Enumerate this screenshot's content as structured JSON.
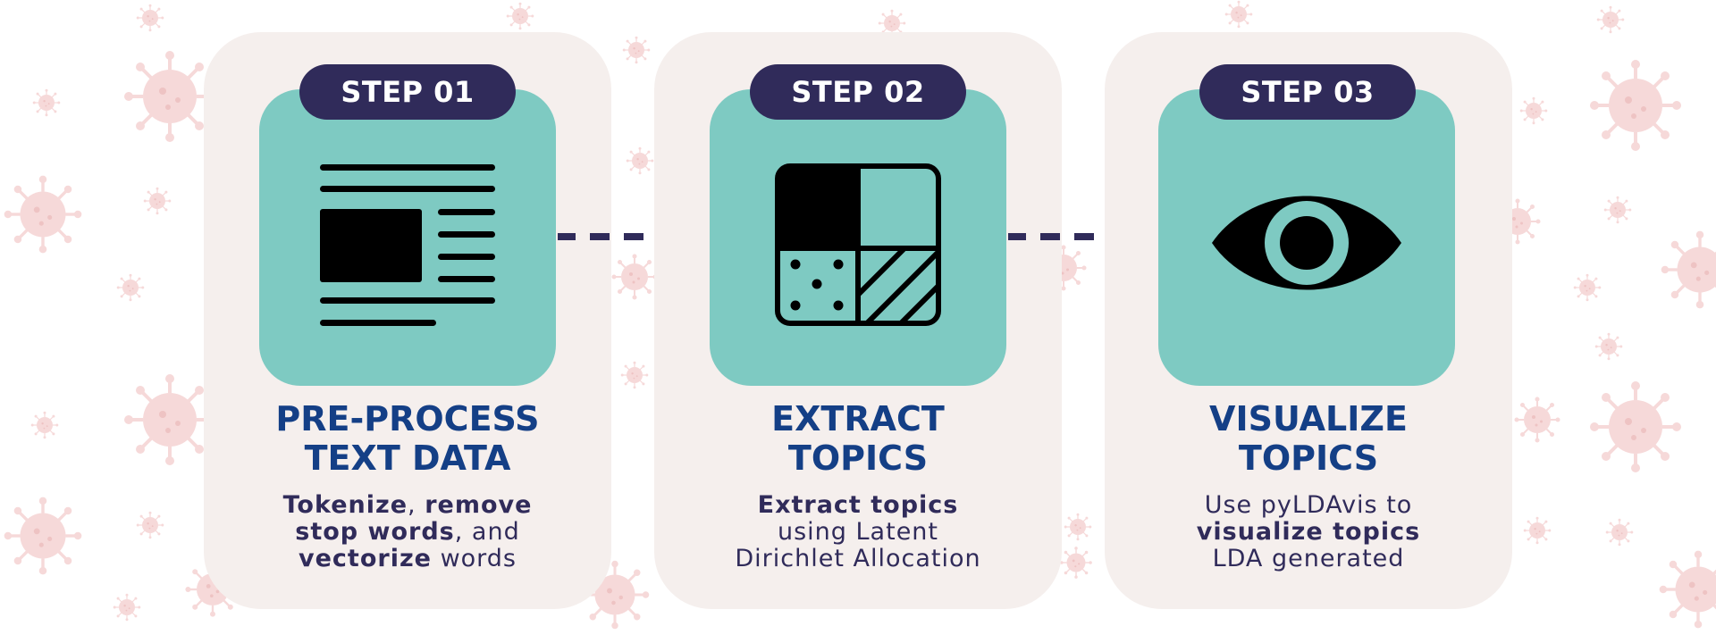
{
  "colors": {
    "card": "#f5efed",
    "tile": "#7ecac2",
    "pill": "#302b5a",
    "heading": "#143f86",
    "text": "#302b5a",
    "icon": "#000000",
    "virus": "#f6d9d9"
  },
  "steps": [
    {
      "step_label": "STEP 01",
      "icon": "document-icon",
      "heading_line1": "PRE-PROCESS",
      "heading_line2": "TEXT DATA",
      "desc": {
        "l1a": "Tokenize",
        "l1b": ", ",
        "l1c": "remove",
        "l2a": "stop words",
        "l2b": ", and",
        "l3a": "vectorize",
        "l3b": " words"
      }
    },
    {
      "step_label": "STEP 02",
      "icon": "topic-grid-icon",
      "heading_line1": "EXTRACT",
      "heading_line2": "TOPICS",
      "desc": {
        "l1": "Extract topics",
        "l2": "using Latent",
        "l3": "Dirichlet Allocation"
      }
    },
    {
      "step_label": "STEP 03",
      "icon": "eye-icon",
      "heading_line1": "VISUALIZE",
      "heading_line2": "TOPICS",
      "desc": {
        "l1": "Use pyLDAvis to",
        "l2": "visualize topics",
        "l3": "LDA generated"
      }
    }
  ]
}
